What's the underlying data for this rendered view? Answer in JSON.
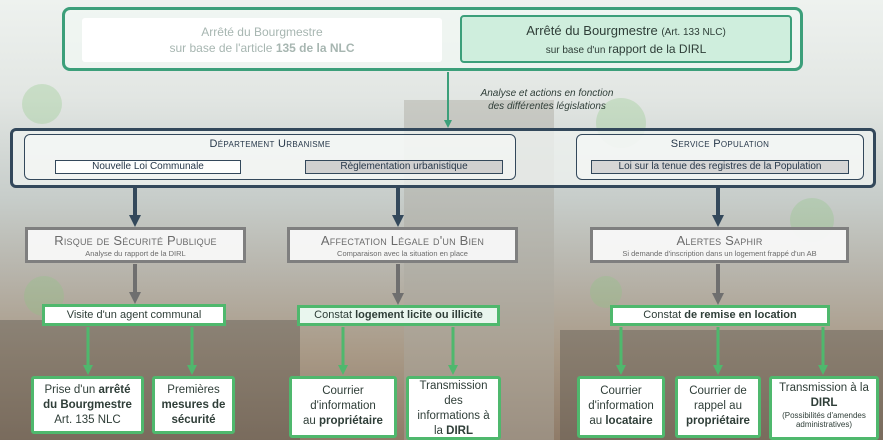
{
  "top": {
    "left_line1": "Arrêté du Bourgmestre",
    "left_line2_pre": "sur base de l'article ",
    "left_line2_bold": "135 de la NLC",
    "right_title": "Arrêté du Bourgmestre",
    "right_title_ref": "(Art. 133 NLC)",
    "right_line2_pre": "sur base d'un ",
    "right_line2_em": "rapport de la DIRL"
  },
  "analysis": {
    "line1": "Analyse et actions en fonction",
    "line2": "des différentes législations"
  },
  "departments": {
    "urbanisme": {
      "title": "Département Urbanisme",
      "chip1": "Nouvelle Loi Communale",
      "chip2": "Règlementation urbanistique"
    },
    "population": {
      "title": "Service Population",
      "chip1": "Loi sur la tenue des registres de la Population"
    }
  },
  "risks": [
    {
      "title": "Risque de Sécurité Publique",
      "sub": "Analyse du rapport de la DIRL"
    },
    {
      "title": "Affectation Légale d'un Bien",
      "sub": "Comparaison avec la situation en place"
    },
    {
      "title": "Alertes Saphir",
      "sub": "Si demande d'inscription dans un logement frappé d'un AB"
    }
  ],
  "actions": {
    "visite": "Visite d'un agent communal",
    "constat1_pre": "Constat ",
    "constat1_bold": "logement licite ou illicite",
    "constat2_pre": "Constat ",
    "constat2_bold": "de remise en location"
  },
  "outcomes": {
    "o1": {
      "l1": "Prise d'un ",
      "b1": "arrêté",
      "b2": "du Bourgmestre",
      "l3": "Art. 135 NLC"
    },
    "o2": {
      "l1": "Premières",
      "b1": "mesures de",
      "b2": "sécurité"
    },
    "o3": {
      "l1": "Courrier",
      "l2": "d'information",
      "l3": "au ",
      "b3": "propriétaire"
    },
    "o4": {
      "l1": "Transmission",
      "l2": "des",
      "l3": "informations à",
      "l4": "la ",
      "b4": "DIRL"
    },
    "o5": {
      "l1": "Courrier",
      "l2": "d'information",
      "l3": "au ",
      "b3": "locataire"
    },
    "o6": {
      "l1": "Courrier de",
      "l2": "rappel au",
      "b3": "propriétaire"
    },
    "o7": {
      "l1": "Transmission à la",
      "b2": "DIRL",
      "s1": "(Possibilités d'amendes",
      "s2": "administratives)"
    }
  },
  "colors": {
    "top_border": "#3c9f7a",
    "dept_border": "#33485b",
    "gray_border": "#7f7f7f",
    "green_border": "#4fb86d"
  }
}
